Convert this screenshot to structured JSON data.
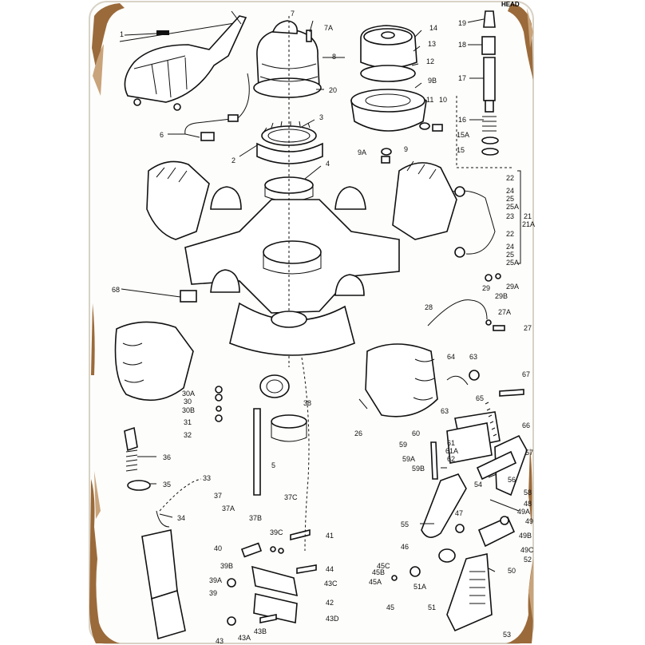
{
  "corner_text": "HEAD",
  "labels": [
    {
      "id": "l1",
      "text": "1"
    },
    {
      "id": "l7",
      "text": "7"
    },
    {
      "id": "l7a",
      "text": "7A"
    },
    {
      "id": "l8",
      "text": "8"
    },
    {
      "id": "l14",
      "text": "14"
    },
    {
      "id": "l13",
      "text": "13"
    },
    {
      "id": "l12",
      "text": "12"
    },
    {
      "id": "l9b",
      "text": "9B"
    },
    {
      "id": "l20",
      "text": "20"
    },
    {
      "id": "l19",
      "text": "19"
    },
    {
      "id": "l18",
      "text": "18"
    },
    {
      "id": "l17",
      "text": "17"
    },
    {
      "id": "l16",
      "text": "16"
    },
    {
      "id": "l15a",
      "text": "15A"
    },
    {
      "id": "l15",
      "text": "15"
    },
    {
      "id": "l11",
      "text": "11"
    },
    {
      "id": "l10",
      "text": "10"
    },
    {
      "id": "l9a",
      "text": "9A"
    },
    {
      "id": "l9",
      "text": "9"
    },
    {
      "id": "l6",
      "text": "6"
    },
    {
      "id": "l3",
      "text": "3"
    },
    {
      "id": "l2",
      "text": "2"
    },
    {
      "id": "l4",
      "text": "4"
    },
    {
      "id": "l22a",
      "text": "22"
    },
    {
      "id": "l24a",
      "text": "24"
    },
    {
      "id": "l25a",
      "text": "25"
    },
    {
      "id": "l25aa",
      "text": "25A"
    },
    {
      "id": "l23",
      "text": "23"
    },
    {
      "id": "l21",
      "text": "21"
    },
    {
      "id": "l21a",
      "text": "21A"
    },
    {
      "id": "l22b",
      "text": "22"
    },
    {
      "id": "l24b",
      "text": "24"
    },
    {
      "id": "l25b",
      "text": "25"
    },
    {
      "id": "l25ab",
      "text": "25A"
    },
    {
      "id": "l68",
      "text": "68"
    },
    {
      "id": "l29",
      "text": "29"
    },
    {
      "id": "l29a",
      "text": "29A"
    },
    {
      "id": "l29b",
      "text": "29B"
    },
    {
      "id": "l28",
      "text": "28"
    },
    {
      "id": "l27a",
      "text": "27A"
    },
    {
      "id": "l27",
      "text": "27"
    },
    {
      "id": "l64",
      "text": "64"
    },
    {
      "id": "l63a",
      "text": "63"
    },
    {
      "id": "l67",
      "text": "67"
    },
    {
      "id": "l63b",
      "text": "63"
    },
    {
      "id": "l65",
      "text": "65"
    },
    {
      "id": "l66",
      "text": "66"
    },
    {
      "id": "l30a",
      "text": "30A"
    },
    {
      "id": "l30",
      "text": "30"
    },
    {
      "id": "l30b",
      "text": "30B"
    },
    {
      "id": "l31",
      "text": "31"
    },
    {
      "id": "l32",
      "text": "32"
    },
    {
      "id": "l38",
      "text": "38"
    },
    {
      "id": "l26",
      "text": "26"
    },
    {
      "id": "l60",
      "text": "60"
    },
    {
      "id": "l61",
      "text": "61"
    },
    {
      "id": "l61a",
      "text": "61A"
    },
    {
      "id": "l59",
      "text": "59"
    },
    {
      "id": "l59a",
      "text": "59A"
    },
    {
      "id": "l62",
      "text": "62"
    },
    {
      "id": "l59b",
      "text": "59B"
    },
    {
      "id": "l36",
      "text": "36"
    },
    {
      "id": "l5",
      "text": "5"
    },
    {
      "id": "l57",
      "text": "57"
    },
    {
      "id": "l56",
      "text": "56"
    },
    {
      "id": "l54",
      "text": "54"
    },
    {
      "id": "l35",
      "text": "35"
    },
    {
      "id": "l33",
      "text": "33"
    },
    {
      "id": "l58",
      "text": "58"
    },
    {
      "id": "l37",
      "text": "37"
    },
    {
      "id": "l37a",
      "text": "37A"
    },
    {
      "id": "l37c",
      "text": "37C"
    },
    {
      "id": "l37b",
      "text": "37B"
    },
    {
      "id": "l34",
      "text": "34"
    },
    {
      "id": "l47",
      "text": "47"
    },
    {
      "id": "l48",
      "text": "48"
    },
    {
      "id": "l49a",
      "text": "49A"
    },
    {
      "id": "l49",
      "text": "49"
    },
    {
      "id": "l55",
      "text": "55"
    },
    {
      "id": "l49b",
      "text": "49B"
    },
    {
      "id": "l39c",
      "text": "39C"
    },
    {
      "id": "l41",
      "text": "41"
    },
    {
      "id": "l40",
      "text": "40"
    },
    {
      "id": "l46",
      "text": "46"
    },
    {
      "id": "l49c",
      "text": "49C"
    },
    {
      "id": "l52",
      "text": "52"
    },
    {
      "id": "l39b",
      "text": "39B"
    },
    {
      "id": "l44",
      "text": "44"
    },
    {
      "id": "l45c",
      "text": "45C"
    },
    {
      "id": "l45b",
      "text": "45B"
    },
    {
      "id": "l50",
      "text": "50"
    },
    {
      "id": "l39a",
      "text": "39A"
    },
    {
      "id": "l43c",
      "text": "43C"
    },
    {
      "id": "l45a",
      "text": "45A"
    },
    {
      "id": "l51a",
      "text": "51A"
    },
    {
      "id": "l39",
      "text": "39"
    },
    {
      "id": "l42",
      "text": "42"
    },
    {
      "id": "l45",
      "text": "45"
    },
    {
      "id": "l51",
      "text": "51"
    },
    {
      "id": "l43d",
      "text": "43D"
    },
    {
      "id": "l43b",
      "text": "43B"
    },
    {
      "id": "l43a",
      "text": "43A"
    },
    {
      "id": "l43",
      "text": "43"
    },
    {
      "id": "l53",
      "text": "53"
    }
  ]
}
